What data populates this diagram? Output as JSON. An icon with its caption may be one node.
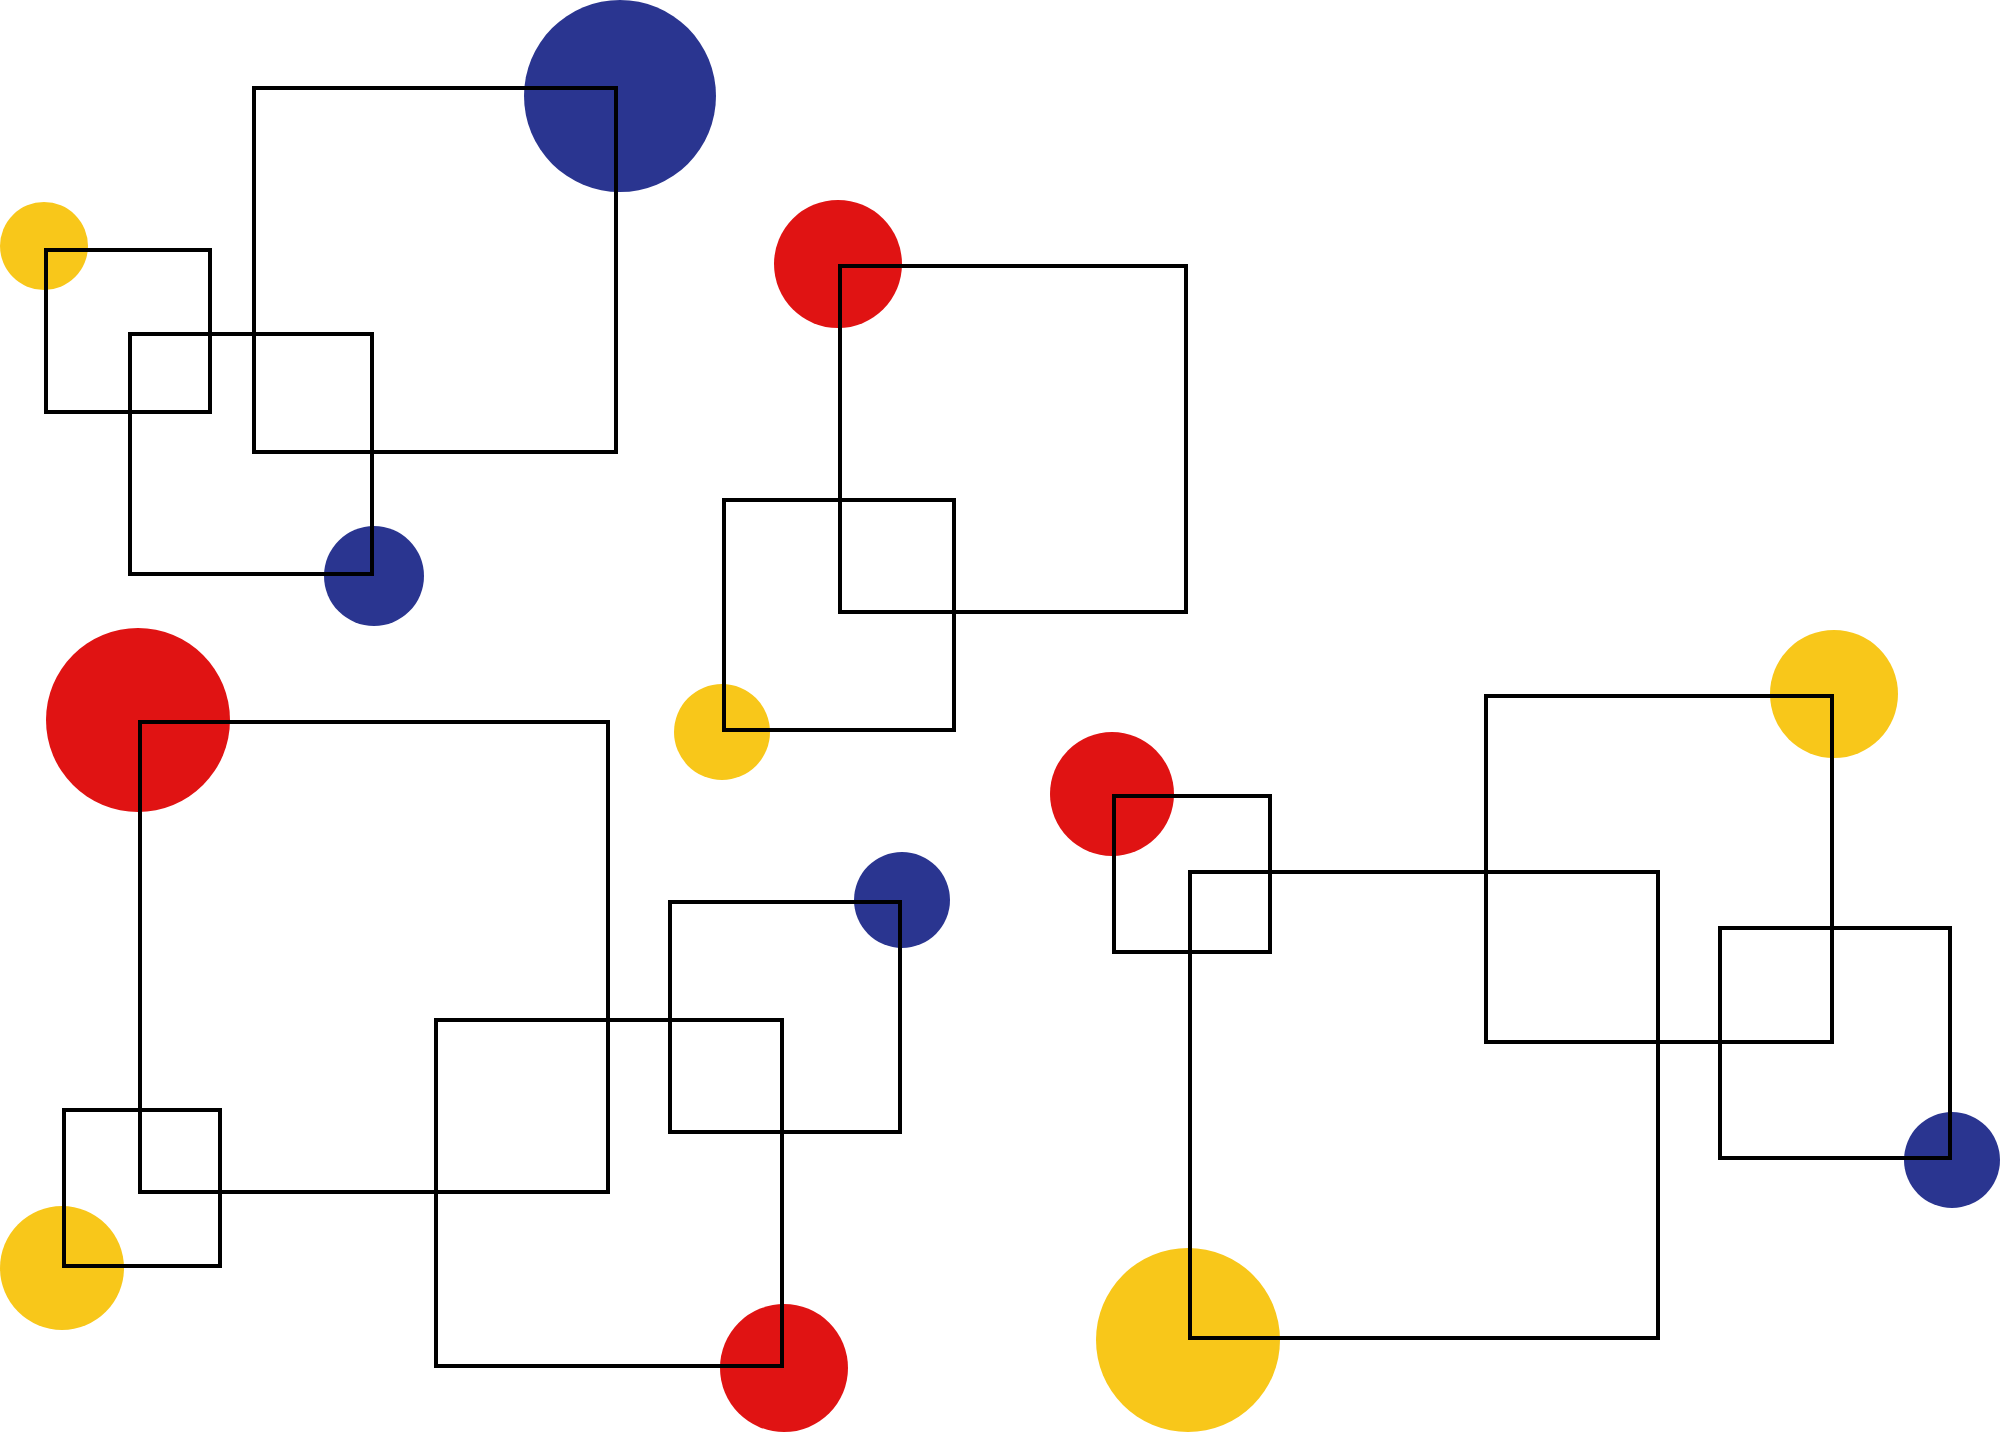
{
  "diagram": {
    "nodes": [
      {
        "text": [],
        "shape": "circle"
      },
      {
        "text": [],
        "shape": "box"
      },
      {
        "text": [],
        "shape": "circle"
      },
      {
        "text": [],
        "shape": "circle"
      },
      {
        "text": [],
        "shape": "box"
      },
      {
        "text": [],
        "shape": "box"
      },
      {
        "text": [],
        "shape": "box"
      },
      {
        "text": [],
        "shape": "box"
      },
      {
        "text": [],
        "shape": "circle"
      },
      {
        "text": [],
        "shape": "circle"
      },
      {
        "text": [],
        "shape": "circle"
      },
      {
        "text": [],
        "shape": "circle"
      },
      {
        "text": [],
        "shape": "box"
      },
      {
        "text": [],
        "shape": "box"
      },
      {
        "text": [],
        "shape": "circle"
      },
      {
        "text": [],
        "shape": "box"
      },
      {
        "text": [],
        "shape": "circle"
      },
      {
        "text": [],
        "shape": "box"
      },
      {
        "text": [],
        "shape": "box"
      },
      {
        "text": [],
        "shape": "box"
      },
      {
        "text": [],
        "shape": "box"
      },
      {
        "text": [],
        "shape": "box"
      },
      {
        "text": [],
        "shape": "circle"
      },
      {
        "text": [],
        "shape": "circle"
      },
      {
        "text": [],
        "shape": "circle"
      },
      {
        "text": [],
        "shape": "circle"
      }
    ]
  }
}
